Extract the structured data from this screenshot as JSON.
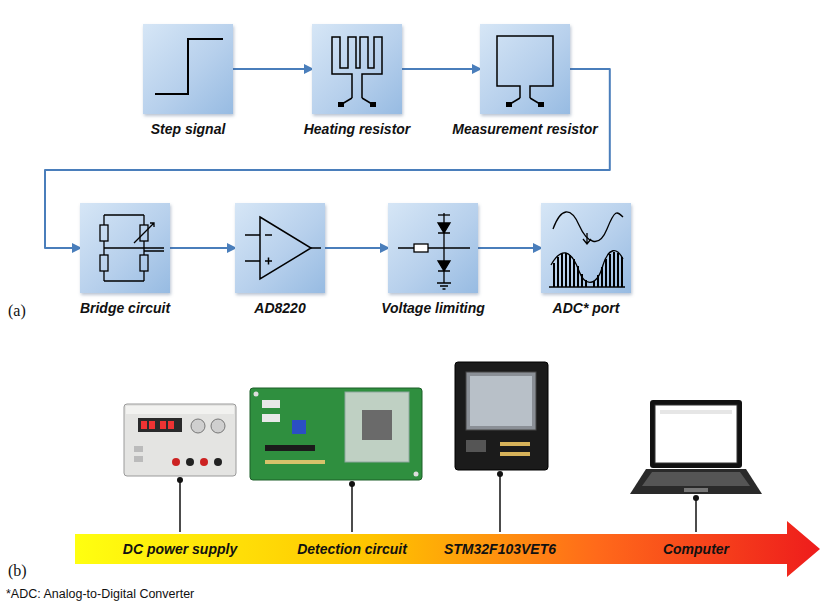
{
  "diagram": {
    "nodes": [
      {
        "text": [
          "Step signal"
        ]
      },
      {
        "text": [
          "Heating resistor"
        ]
      },
      {
        "text": [
          "Measurement resistor"
        ]
      },
      {
        "text": [
          "Bridge circuit"
        ]
      },
      {
        "text": [
          "AD8220"
        ]
      },
      {
        "text": [
          "Voltage limiting"
        ]
      },
      {
        "text": [
          "ADC* port"
        ]
      },
      {
        "text": [
          "DC power supply",
          "Detection circuit",
          "STM32F103VET6",
          "Computer"
        ]
      }
    ],
    "edges": [
      {
        "from": 0,
        "to": 1,
        "arrow": "to"
      },
      {
        "from": 1,
        "to": 2,
        "arrow": "to"
      },
      {
        "from": 2,
        "to": 3,
        "arrow": "to"
      },
      {
        "from": 3,
        "to": 4,
        "arrow": "to"
      },
      {
        "from": 4,
        "to": 5,
        "arrow": "to"
      },
      {
        "from": 5,
        "to": 6,
        "arrow": "to"
      }
    ],
    "labels": [
      "(a)",
      "(b)",
      "*ADC: Analog-to-Digital Converter"
    ]
  }
}
